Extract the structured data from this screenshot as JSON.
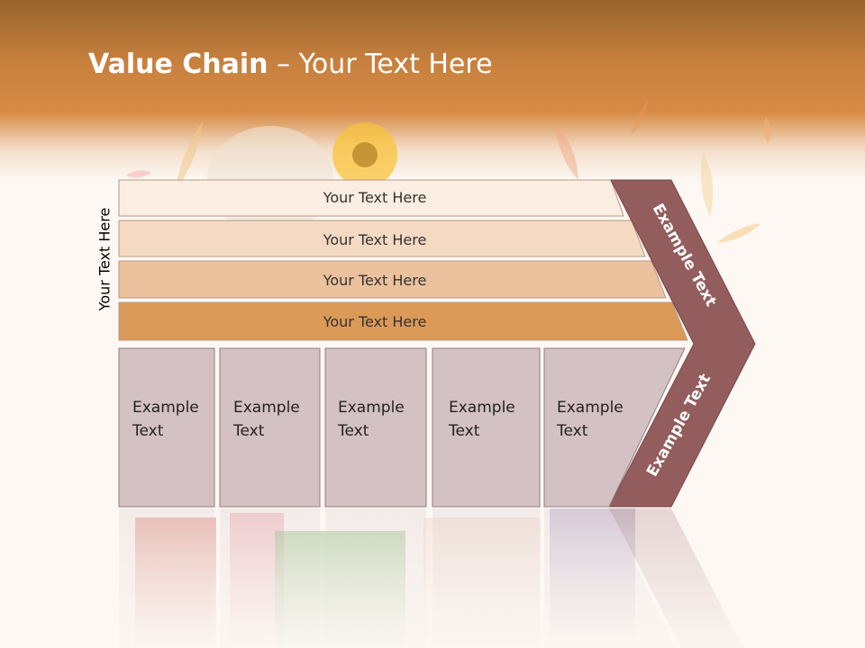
{
  "slide": {
    "title_bold": "Value Chain",
    "title_rest": " – Your Text Here",
    "vertical_label": "Your Text Here"
  },
  "rows": [
    "Your Text Here",
    "Your Text Here",
    "Your Text Here",
    "Your Text Here"
  ],
  "boxes": [
    {
      "line1": "Example",
      "line2": "Text"
    },
    {
      "line1": "Example",
      "line2": "Text"
    },
    {
      "line1": "Example",
      "line2": "Text"
    },
    {
      "line1": "Example",
      "line2": "Text"
    },
    {
      "line1": "Example",
      "line2": "Text"
    }
  ],
  "chevron": {
    "top_label": "Example Text",
    "bottom_label": "Example Text"
  },
  "colors": {
    "header": "#c8803e",
    "row_fills": [
      "#faeee2",
      "#f4dac2",
      "#ebc29d",
      "#dc9a58"
    ],
    "box_fill": "#d4c1c3",
    "chevron": "#935d5d"
  }
}
